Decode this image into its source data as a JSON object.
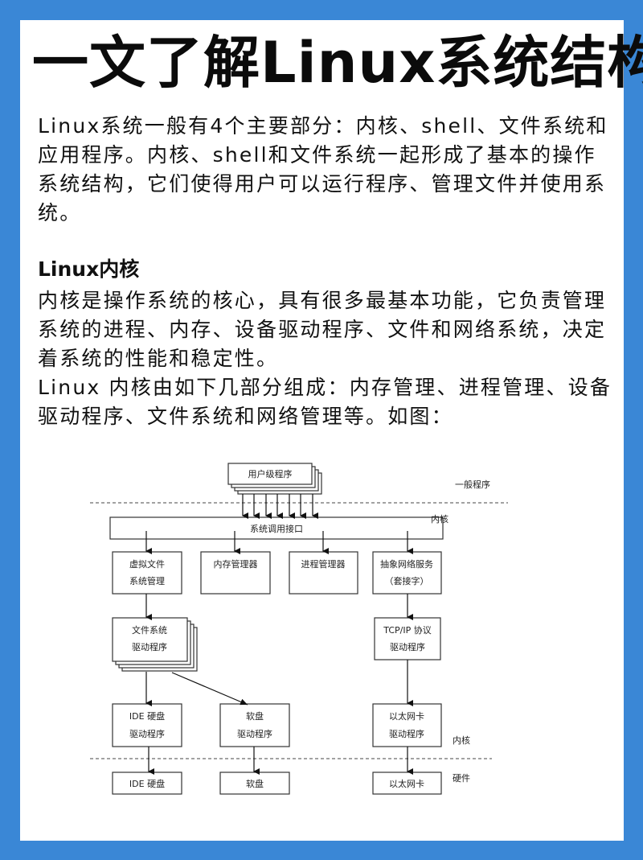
{
  "title": "一文了解Linux系统结构",
  "intro": "Linux系统一般有4个主要部分：内核、shell、文件系统和应用程序。内核、shell和文件系统一起形成了基本的操作系统结构，它们使得用户可以运行程序、管理文件并使用系统。",
  "section": {
    "heading": "Linux内核",
    "para1": "内核是操作系统的核心，具有很多最基本功能，它负责管理系统的进程、内存、设备驱动程序、文件和网络系统，决定着系统的性能和稳定性。",
    "para2": "Linux 内核由如下几部分组成：内存管理、进程管理、设备驱动程序、文件系统和网络管理等。如图："
  },
  "diagram": {
    "user_programs": "用户级程序",
    "layer_general": "一般程序",
    "layer_kernel_top": "内核",
    "syscall": "系统调用接口",
    "vfs": [
      "虚拟文件",
      "系统管理"
    ],
    "memory": "内存管理器",
    "process": "进程管理器",
    "network": [
      "抽象网络服务",
      "（套接字）"
    ],
    "fs_driver": [
      "文件系统",
      "驱动程序"
    ],
    "tcpip": [
      "TCP/IP 协议",
      "驱动程序"
    ],
    "ide_driver": [
      "IDE 硬盘",
      "驱动程序"
    ],
    "floppy_driver": [
      "软盘",
      "驱动程序"
    ],
    "eth_driver": [
      "以太网卡",
      "驱动程序"
    ],
    "layer_kernel_bottom": "内核",
    "ide": "IDE 硬盘",
    "floppy": "软盘",
    "eth": "以太网卡",
    "layer_hardware": "硬件"
  }
}
